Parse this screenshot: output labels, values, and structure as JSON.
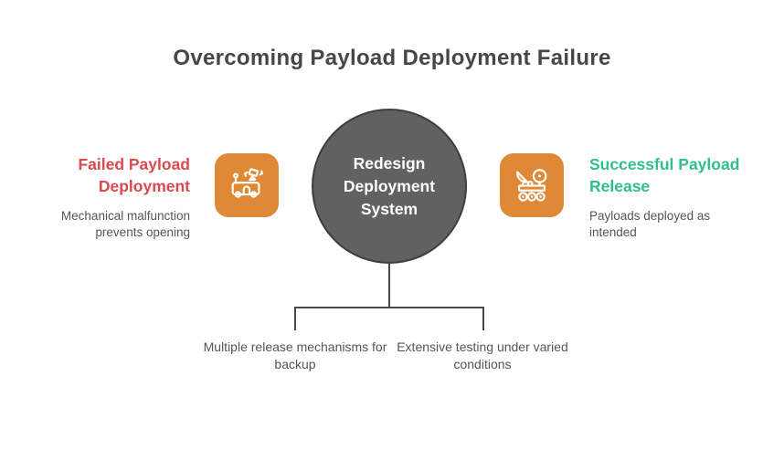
{
  "title": "Overcoming Payload Deployment Failure",
  "left": {
    "heading": "Failed Payload Deployment",
    "description": "Mechanical malfunction prevents opening",
    "icon": "rover-with-falling-satellite-icon"
  },
  "center": {
    "label": "Redesign Deployment System"
  },
  "right": {
    "heading": "Successful Payload Release",
    "description": "Payloads deployed as intended",
    "icon": "rover-with-dish-icon"
  },
  "branches": [
    {
      "label": "Multiple release mechanisms for backup"
    },
    {
      "label": "Extensive testing under varied conditions"
    }
  ],
  "colors": {
    "titleColor": "#474747",
    "red": "#d94a4f",
    "green": "#30bf8b",
    "orange": "#df8936",
    "circleFill": "#616161",
    "circleBorder": "#3e3e3e",
    "line": "#474747",
    "textGray": "#555555"
  }
}
